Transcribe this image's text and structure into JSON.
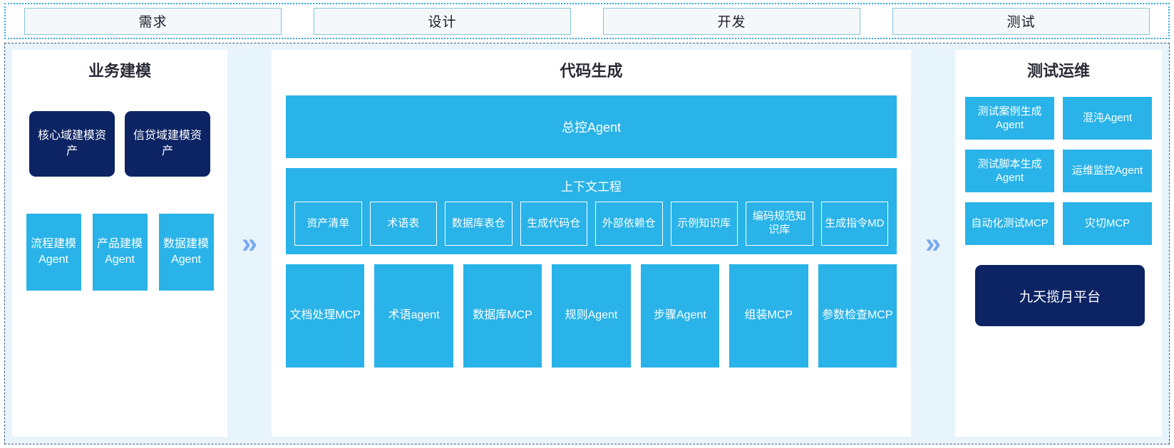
{
  "phases": [
    {
      "label": "需求"
    },
    {
      "label": "设计"
    },
    {
      "label": "开发"
    },
    {
      "label": "测试"
    }
  ],
  "arrows": {
    "first": "»",
    "second": "»"
  },
  "colors": {
    "accent_blue": "#29b3e8",
    "dark_navy": "#0d2464",
    "panel_bg": "#ffffff",
    "region_bg": "#e8f4fc",
    "phase_box_bg": "#f4f8fa",
    "phase_box_border": "#86c5da",
    "arrow": "#7aa9f0"
  },
  "left_panel": {
    "title": "业务建模",
    "assets": [
      {
        "label": "核心域建模资产"
      },
      {
        "label": "信贷域建模资产"
      }
    ],
    "agents": [
      {
        "label": "流程建模Agent"
      },
      {
        "label": "产品建模Agent"
      },
      {
        "label": "数据建模Agent"
      }
    ]
  },
  "middle_panel": {
    "title": "代码生成",
    "master_agent": "总控Agent",
    "context": {
      "title": "上下文工程",
      "items": [
        {
          "label": "资产清单"
        },
        {
          "label": "术语表"
        },
        {
          "label": "数据库表仓"
        },
        {
          "label": "生成代码仓"
        },
        {
          "label": "外部依赖仓"
        },
        {
          "label": "示例知识库"
        },
        {
          "label": "编码规范知识库"
        },
        {
          "label": "生成指令MD"
        }
      ]
    },
    "tools": [
      {
        "label": "文档处理MCP"
      },
      {
        "label": "术语agent"
      },
      {
        "label": "数据库MCP"
      },
      {
        "label": "规则Agent"
      },
      {
        "label": "步骤Agent"
      },
      {
        "label": "组装MCP"
      },
      {
        "label": "参数检查MCP"
      }
    ]
  },
  "right_panel": {
    "title": "测试运维",
    "items": [
      {
        "label": "测试案例生成Agent"
      },
      {
        "label": "混沌Agent"
      },
      {
        "label": "测试脚本生成Agent"
      },
      {
        "label": "运维监控Agent"
      },
      {
        "label": "自动化测试MCP"
      },
      {
        "label": "灾切MCP"
      }
    ],
    "platform": "九天揽月平台"
  }
}
